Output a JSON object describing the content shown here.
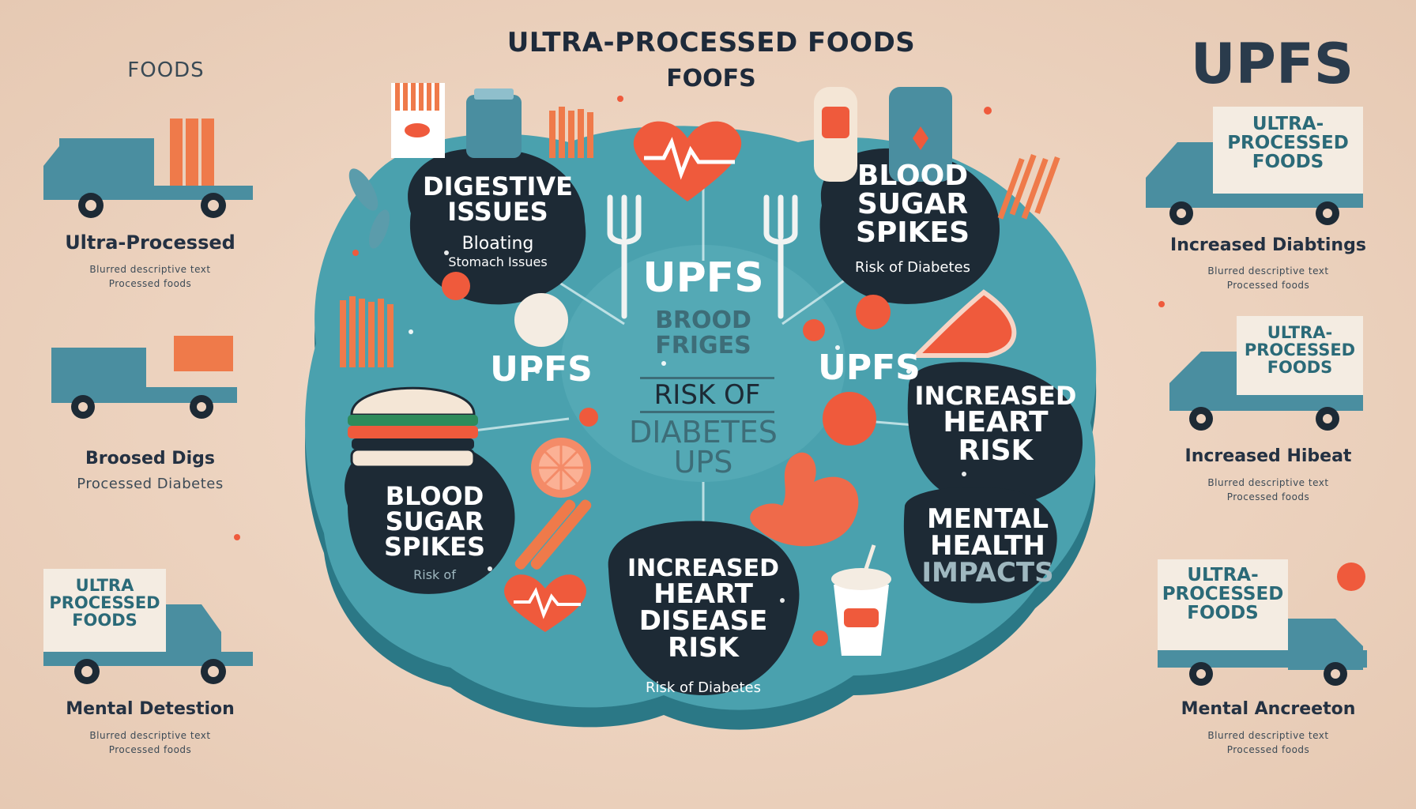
{
  "title": "ULTRA-PROCESSED FOODS",
  "subtitle": "FOOFS",
  "left_header": "FOODS",
  "right_header": "UPFS",
  "left_panels": [
    {
      "caption": "Ultra-Processed",
      "small": [
        "Blurred descriptive text",
        "Processed foods"
      ]
    },
    {
      "caption": "Broosed Digs",
      "small": [
        "Processed Diabetes"
      ]
    },
    {
      "truck_lines": [
        "ULTRA",
        "PROCESSED",
        "FOODS"
      ],
      "caption": "Mental Detestion",
      "small": [
        "Blurred descriptive text",
        "Processed foods"
      ]
    }
  ],
  "right_panels": [
    {
      "truck_lines": [
        "ULTRA-",
        "PROCESSED",
        "FOODS"
      ],
      "caption": "Increased Diabtings",
      "small": [
        "Blurred descriptive text",
        "Processed foods"
      ]
    },
    {
      "truck_lines": [
        "ULTRA-",
        "PROCESSED",
        "FOODS"
      ],
      "caption": "Increased Hibeat",
      "small": [
        "Blurred descriptive text",
        "Processed foods"
      ]
    },
    {
      "truck_lines": [
        "ULTRA-",
        "PROCESSED",
        "FOODS"
      ],
      "caption": "Mental Ancreeton",
      "small": [
        "Blurred descriptive text",
        "Processed foods"
      ]
    }
  ],
  "blobs": {
    "digestive": {
      "lines": [
        "DIGESTIVE",
        "ISSUES"
      ],
      "sub": [
        "Bloating",
        "Stomach Issues"
      ]
    },
    "blood_sugar_top": {
      "lines": [
        "BLOOD",
        "SUGAR",
        "SPIKES"
      ],
      "sub": [
        "Risk of Diabetes"
      ]
    },
    "blood_sugar_left": {
      "lines": [
        "BLOOD",
        "SUGAR",
        "SPIKES"
      ],
      "sub": [
        "Risk of"
      ]
    },
    "heart_right": {
      "lines": [
        "INCREASED",
        "HEART",
        "RISK"
      ]
    },
    "mental": {
      "lines": [
        "MENTAL",
        "HEALTH",
        "IMPACTS"
      ]
    },
    "heart_bottom": {
      "lines": [
        "INCREASED",
        "HEART",
        "DISEASE",
        "RISK"
      ],
      "sub": [
        "Risk of Diabetes"
      ]
    }
  },
  "center": {
    "upfs": "UPFS",
    "lines": [
      "BROOD",
      "FRIGES"
    ],
    "boxed": "RISK OF",
    "lines2": [
      "DIABETES",
      "UPS"
    ]
  },
  "upfs_left": "UPFS",
  "upfs_right": "UPFS",
  "colors": {
    "plate": "#3e95a4",
    "plate_dark": "#2b7886",
    "blob": "#1d2a35",
    "accent": "#ef5a3c",
    "background": "#ecd2be"
  }
}
